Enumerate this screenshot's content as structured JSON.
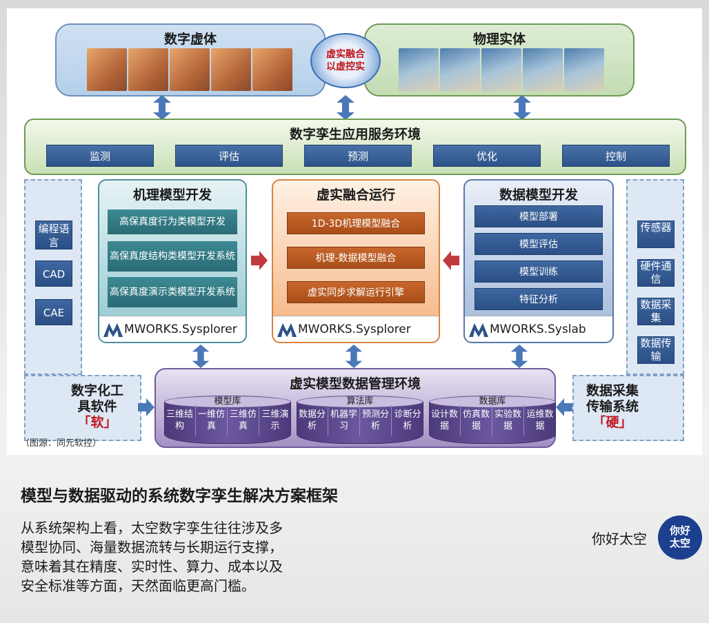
{
  "diagram": {
    "virtual_title": "数字虚体",
    "physical_title": "物理实体",
    "fusion_center": [
      "虚实融合",
      "以虚控实"
    ],
    "service_env": {
      "title": "数字孪生应用服务环境",
      "items": [
        "监测",
        "评估",
        "预测",
        "优化",
        "控制"
      ]
    },
    "left_side": {
      "items": [
        "编程语言",
        "CAD",
        "CAE"
      ],
      "label_lines": [
        "数字化工",
        "具软件"
      ],
      "tag": "「软」"
    },
    "right_side": {
      "items": [
        "传感器",
        "硬件通信",
        "数据采集",
        "数据传输"
      ],
      "label_lines": [
        "数据采集",
        "传输系统"
      ],
      "tag": "「硬」"
    },
    "mechanism": {
      "title": "机理模型开发",
      "items": [
        "高保真度行为类模型开发",
        "高保真度结构类模型开发系统",
        "高保真度演示类模型开发系统"
      ],
      "tool": "MWORKS.Sysplorer"
    },
    "fusion": {
      "title": "虚实融合运行",
      "items": [
        "1D-3D机理模型融合",
        "机理-数据模型融合",
        "虚实同步求解运行引擎"
      ],
      "tool": "MWORKS.Sysplorer"
    },
    "data_model": {
      "title": "数据模型开发",
      "items": [
        "模型部署",
        "模型评估",
        "模型训练",
        "特征分析"
      ],
      "tool": "MWORKS.Syslab"
    },
    "management": {
      "title": "虚实模型数据管理环境",
      "libraries": [
        {
          "name": "模型库",
          "cells": [
            "三维结构",
            "一维仿真",
            "三维仿真",
            "三维演示"
          ]
        },
        {
          "name": "算法库",
          "cells": [
            "数据分析",
            "机器学习",
            "预测分析",
            "诊断分析"
          ]
        },
        {
          "name": "数据库",
          "cells": [
            "设计数据",
            "仿真数据",
            "实验数据",
            "运维数据"
          ]
        }
      ]
    },
    "source_note": "（图源：同元软控）"
  },
  "caption": {
    "title": "模型与数据驱动的系统数字孪生解决方案框架",
    "lines": [
      "从系统架构上看，太空数字孪生往往涉及多",
      "模型协同、海量数据流转与长期运行支撑，",
      "意味着其在精度、实时性、算力、成本以及",
      "安全标准等方面，天然面临更高门槛。"
    ]
  },
  "brand": {
    "name": "你好太空",
    "logo_lines": [
      "你好",
      "太空"
    ]
  },
  "colors": {
    "accent_red": "#c0171d",
    "blue_button": "#2d5389",
    "teal_button": "#2a6a75",
    "orange_button": "#a94d18",
    "purple_db": "#4c3a7a"
  }
}
